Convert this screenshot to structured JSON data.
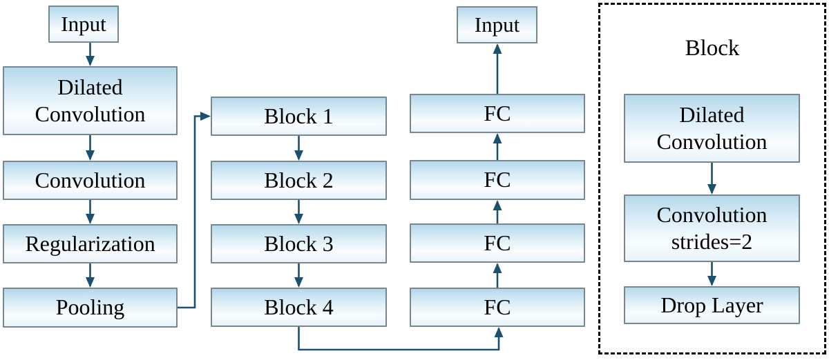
{
  "diagram": {
    "left_column": {
      "input_label": "Input",
      "layers": [
        "Dilated\nConvolution",
        "Convolution",
        "Regularization",
        "Pooling"
      ]
    },
    "middle_column": {
      "blocks": [
        "Block 1",
        "Block 2",
        "Block 3",
        "Block 4"
      ]
    },
    "output_column": {
      "input_label": "Input",
      "fc_layers": [
        "FC",
        "FC",
        "FC",
        "FC"
      ]
    },
    "block_detail": {
      "title": "Block",
      "layers": [
        "Dilated\nConvolution",
        "Convolution\nstrides=2",
        "Drop Layer"
      ]
    },
    "colors": {
      "arrow": "#1b516f",
      "box_border": "#76878f",
      "box_gradient_top": "#b4d8eb",
      "box_gradient_bottom": "#e7f3f9",
      "dashed_border": "#000000"
    }
  }
}
